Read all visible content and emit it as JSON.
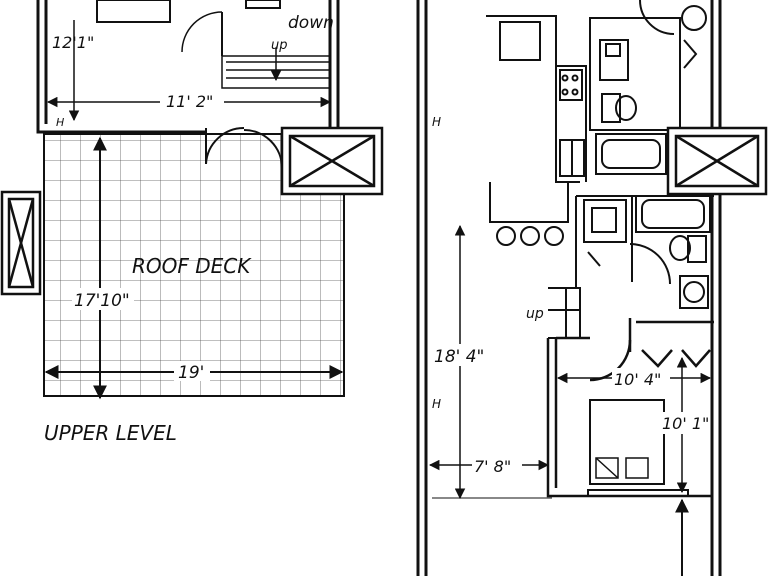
{
  "labels": {
    "down": "down",
    "up_stair": "up",
    "dim_12_1": "12'1\"",
    "dim_11_2": "11' 2\"",
    "roof_deck": "ROOF DECK",
    "dim_17_10": "17'10\"",
    "dim_19": "19'",
    "upper_level": "UPPER LEVEL",
    "dim_18_4": "18' 4\"",
    "up_lower": "up",
    "dim_10_4": "10' 4\"",
    "dim_10_1": "10' 1\"",
    "dim_7_8": "7' 8\"",
    "marker_h": "H"
  },
  "colors": {
    "ink": "#111111",
    "background": "#ffffff"
  }
}
